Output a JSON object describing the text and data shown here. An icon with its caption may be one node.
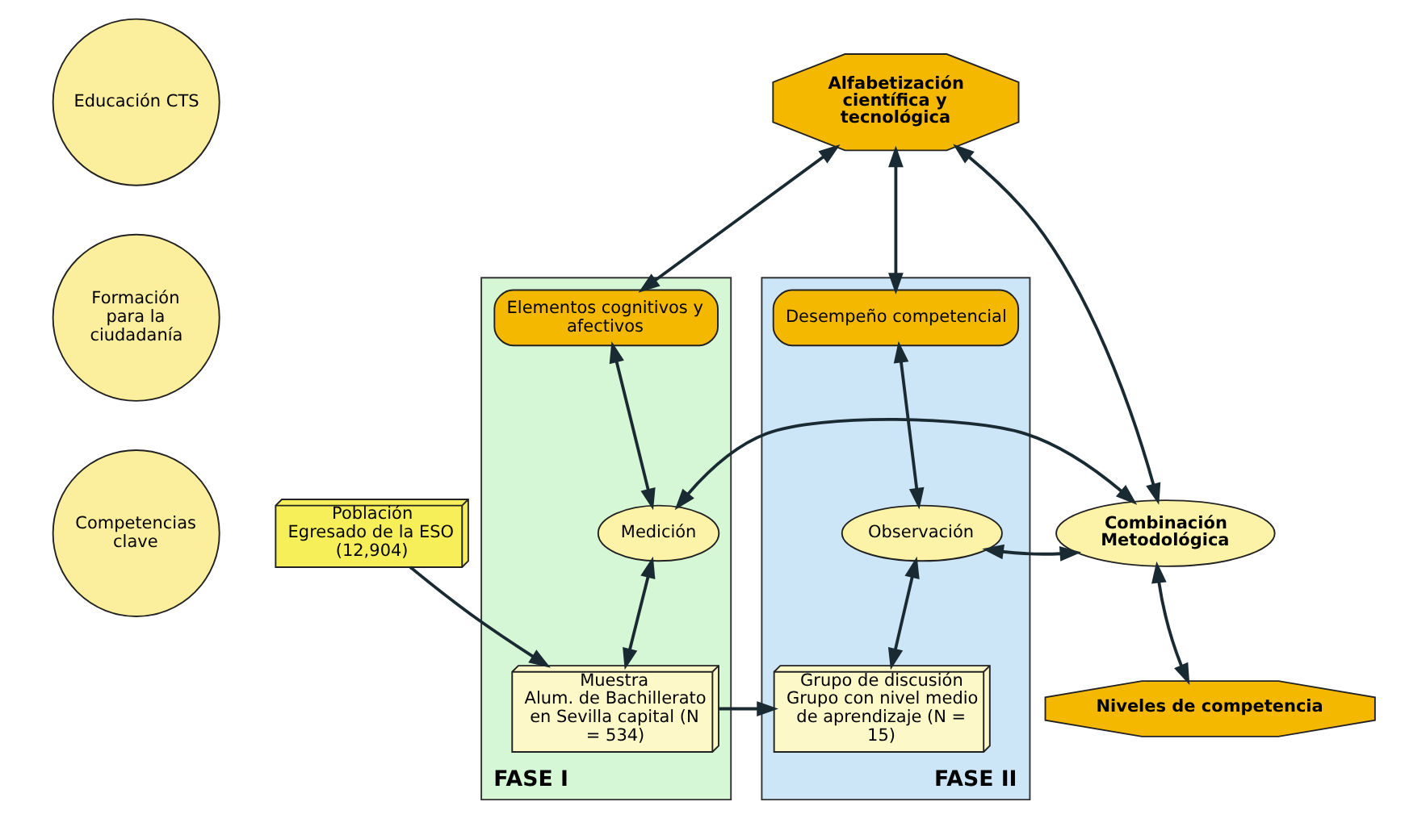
{
  "diagram": {
    "nodes": [
      {
        "text": [
          "Educación CTS"
        ]
      },
      {
        "text": [
          "Formación para la ciudadanía"
        ]
      },
      {
        "text": [
          "Competencias clave"
        ]
      },
      {
        "text": [
          "FASE I"
        ]
      },
      {
        "text": [
          "FASE II"
        ]
      },
      {
        "text": [
          "Alfabetización científica y tecnológica"
        ]
      },
      {
        "text": [
          "Elementos cognitivos y afectivos"
        ],
        "in": 3
      },
      {
        "text": [
          "Desempeño competencial"
        ],
        "in": 4
      },
      {
        "text": [
          "Medición"
        ],
        "in": 3
      },
      {
        "text": [
          "Combinación Metodológica"
        ]
      },
      {
        "text": [
          "Observación"
        ],
        "in": 4
      },
      {
        "text": [
          "Muestra",
          "Alum. de Bachillerato en Sevilla capital (N = 534)"
        ],
        "in": 3
      },
      {
        "text": [
          "Grupo de discusión",
          "Grupo con nivel medio de aprendizaje (N = 15)"
        ],
        "in": 4
      },
      {
        "text": [
          "Población",
          "Egresado de la ESO (12,904)"
        ]
      },
      {
        "text": [
          "Niveles de competencia"
        ]
      }
    ],
    "edges": [
      {
        "from": 5,
        "to": 6,
        "arrow": "both"
      },
      {
        "from": 5,
        "to": 7,
        "arrow": "both"
      },
      {
        "from": 5,
        "to": 9,
        "arrow": "both"
      },
      {
        "from": 6,
        "to": 8,
        "arrow": "both"
      },
      {
        "from": 7,
        "to": 10,
        "arrow": "both"
      },
      {
        "from": 8,
        "to": 9,
        "arrow": "both"
      },
      {
        "from": 9,
        "to": 10,
        "arrow": "both"
      },
      {
        "from": 8,
        "to": 11,
        "arrow": "both"
      },
      {
        "from": 10,
        "to": 12,
        "arrow": "both"
      },
      {
        "from": 9,
        "to": 14,
        "arrow": "both"
      },
      {
        "from": 13,
        "to": 11,
        "arrow": "to"
      },
      {
        "from": 11,
        "to": 12,
        "arrow": "to"
      }
    ]
  }
}
